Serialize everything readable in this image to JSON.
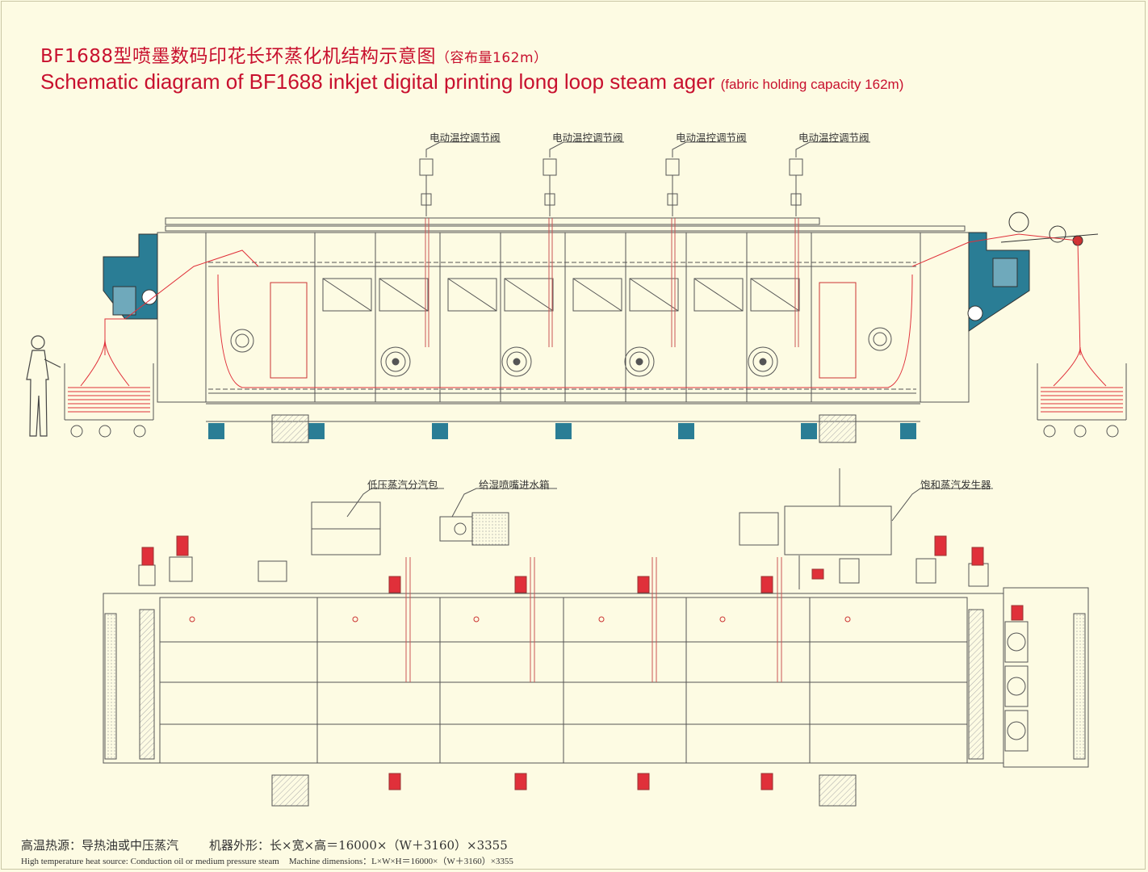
{
  "title": {
    "cn_main": "BF1688型喷墨数码印花长环蒸化机结构示意图",
    "cn_note": "（容布量162m）",
    "en_main": "Schematic diagram of BF1688 inkjet digital printing long loop steam ager",
    "en_note": "(fabric holding capacity 162m)"
  },
  "callouts": {
    "valve_1": "电动温控调节阀",
    "valve_2": "电动温控调节阀",
    "valve_3": "电动温控调节阀",
    "valve_4": "电动温控调节阀",
    "steam_header": "低压蒸汽分汽包",
    "water_tank": "给湿喷嘴进水箱",
    "steam_generator": "饱和蒸汽发生器"
  },
  "footer": {
    "heat_source_cn": "高温热源：导热油或中压蒸汽",
    "dimensions_cn": "机器外形：长×宽×高＝16000×（W＋3160）×3355",
    "heat_source_en": "High temperature heat source: Conduction oil or medium pressure steam",
    "dimensions_en": "Machine dimensions：L×W×H＝16000×（W＋3160）×3355"
  },
  "colors": {
    "background": "#fdfbe3",
    "title": "#c8102e",
    "machine_blue": "#2a7d95",
    "fabric_red": "#e0303a",
    "line": "#555555"
  }
}
